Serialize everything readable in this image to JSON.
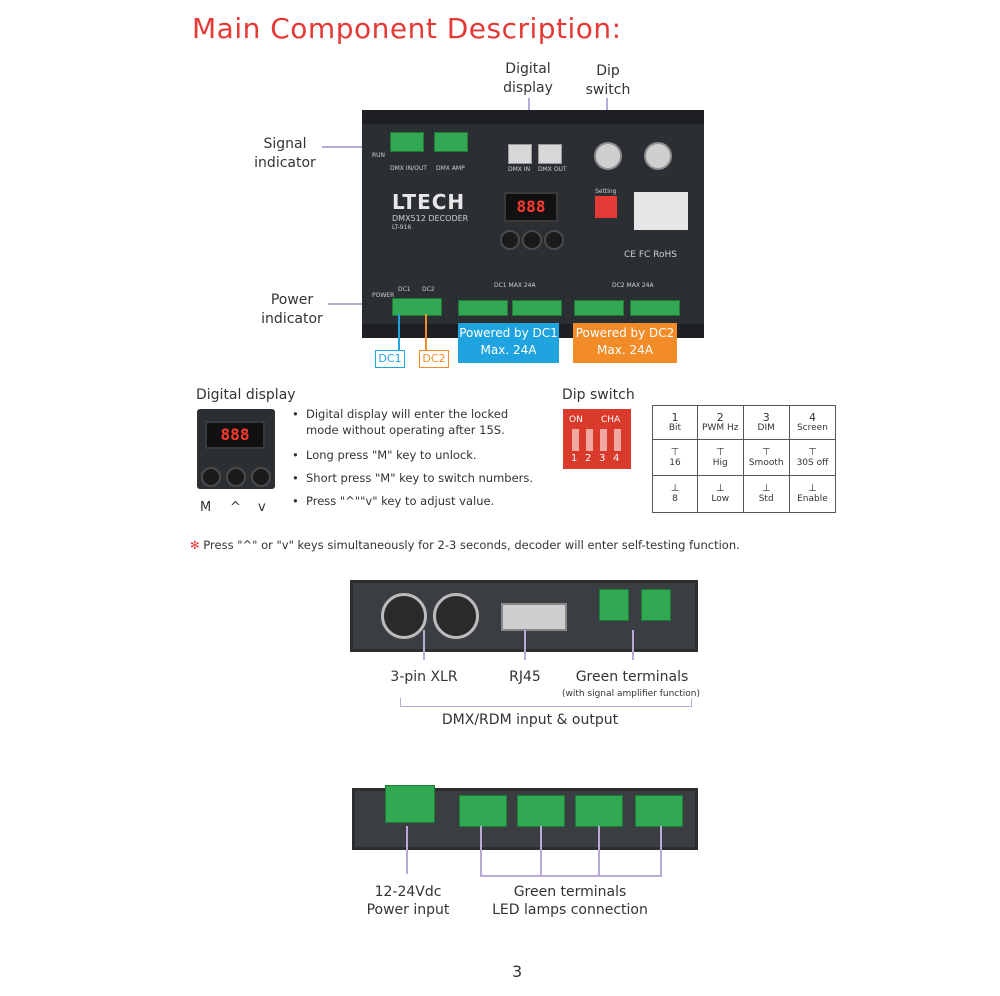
{
  "title": "Main Component Description:",
  "callouts": {
    "digital_display": [
      "Digital",
      "display"
    ],
    "dip_switch": [
      "Dip",
      "switch"
    ],
    "signal_indicator": [
      "Signal",
      "indicator"
    ],
    "power_indicator": [
      "Power",
      "indicator"
    ]
  },
  "device": {
    "brand": "LTECH",
    "model": "DMX512 DECODER",
    "model_no": "LT-916",
    "display_value": "888",
    "labels": {
      "run": "RUN",
      "dmx_in_out": "DMX IN/OUT",
      "dmx_amp": "DMX AMP",
      "dmx_in": "DMX IN",
      "dmx_out": "DMX OUT",
      "setting": "Setting",
      "power": "POWER",
      "dc1": "DC1",
      "dc2": "DC2",
      "dc1_max": "DC1 MAX 24A",
      "dc2_max": "DC2 MAX 24A",
      "cert": "CE FC RoHS"
    }
  },
  "power_boxes": {
    "dc1": [
      "Powered by DC1",
      "Max. 24A"
    ],
    "dc2": [
      "Powered by DC2",
      "Max. 24A"
    ]
  },
  "dc_tags": {
    "dc1": "DC1",
    "dc2": "DC2"
  },
  "digital_display_section": {
    "heading": "Digital display",
    "value": "888",
    "keys": [
      "M",
      "^",
      "v"
    ],
    "bullets": [
      [
        "Digital display will enter the locked",
        "mode without operating after 15S."
      ],
      [
        "Long press \"M\" key to unlock."
      ],
      [
        "Short press \"M\" key to switch numbers."
      ],
      [
        "Press \"^\"\"v\" key to adjust value."
      ]
    ]
  },
  "dip_switch_section": {
    "heading": "Dip switch",
    "switch_labels": {
      "on": "ON",
      "cha": "CHA",
      "numbers": [
        "1",
        "2",
        "3",
        "4"
      ]
    },
    "table": {
      "header": [
        {
          "num": "1",
          "name": "Bit"
        },
        {
          "num": "2",
          "name": "PWM Hz"
        },
        {
          "num": "3",
          "name": "DIM"
        },
        {
          "num": "4",
          "name": "Screen"
        }
      ],
      "up_row": [
        "16",
        "Hig",
        "Smooth",
        "30S off"
      ],
      "down_row": [
        "8",
        "Low",
        "Std",
        "Enable"
      ]
    }
  },
  "note": {
    "star": "✻",
    "text": "Press \"^\" or \"v\"  keys simultaneously for 2-3 seconds, decoder will enter self-testing function."
  },
  "front_panel": {
    "xlr": "3-pin XLR",
    "rj45": "RJ45",
    "green_terminals": "Green terminals",
    "green_terminals_sub": "(with signal amplifier function)",
    "group": "DMX/RDM input & output"
  },
  "back_panel": {
    "power": [
      "12-24Vdc",
      "Power input"
    ],
    "terminals": [
      "Green terminals",
      "LED lamps connection"
    ]
  },
  "page_number": "3",
  "colors": {
    "title": "#e53935",
    "dc1_box": "#20a4e0",
    "dc2_box": "#f28c28",
    "leader": "#b9a9d6",
    "terminal": "#33a852"
  }
}
